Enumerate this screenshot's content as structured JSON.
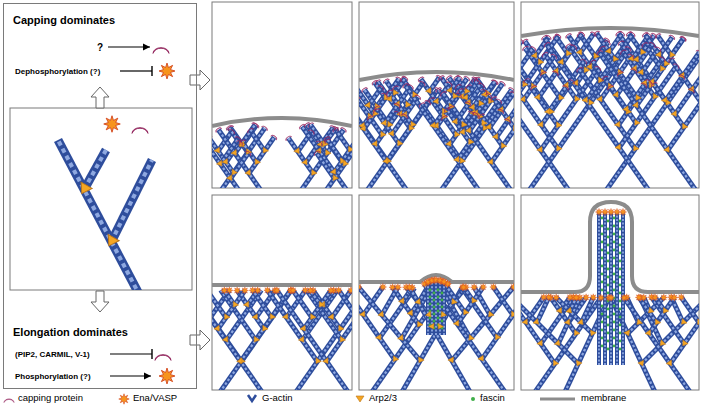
{
  "diagram": {
    "nodes": [
      {
        "text": [
          "Capping dominates",
          "?",
          "Dephosphorylation (?)",
          "Elongation dominates",
          "(PIP2, CARMIL, V-1)",
          "Phosphorylation (?)"
        ]
      }
    ],
    "legend": [
      {
        "text": "capping protein"
      },
      {
        "text": "Ena/VASP"
      },
      {
        "text": "G-actin"
      },
      {
        "text": "Arp2/3"
      },
      {
        "text": "fascin"
      },
      {
        "text": "membrane"
      }
    ]
  }
}
